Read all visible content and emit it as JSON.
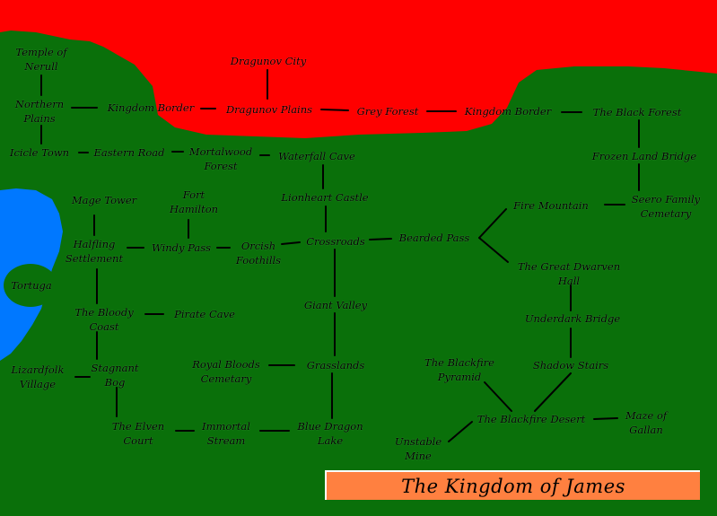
{
  "map": {
    "title": "The Kingdom of James",
    "colors": {
      "land": "#0a700a",
      "sea": "#0078ff",
      "enemy_territory": "#ff0000",
      "route": "#000000",
      "banner": "#ff8040"
    },
    "locations": {
      "temple_of_nerull": "Temple of\nNerull",
      "northern_plains": "Northern\nPlains",
      "kingdom_border_west": "Kingdom Border",
      "dragunov_city": "Dragunov City",
      "dragunov_plains": "Dragunov Plains",
      "grey_forest": "Grey Forest",
      "kingdom_border_east": "Kingdom Border",
      "the_black_forest": "The Black Forest",
      "icicle_town": "Icicle Town",
      "eastern_road": "Eastern Road",
      "mortalwood_forest": "Mortalwood\nForest",
      "waterfall_cave": "Waterfall Cave",
      "frozen_land_bridge": "Frozen Land Bridge",
      "mage_tower": "Mage Tower",
      "fort_hamilton": "Fort\nHamilton",
      "lionheart_castle": "Lionheart Castle",
      "fire_mountain": "Fire Mountain",
      "seero_family_cemetary": "Seero Family\nCemetary",
      "halfling_settlement": "Halfling\nSettlement",
      "windy_pass": "Windy Pass",
      "orcish_foothills": "Orcish\nFoothills",
      "crossroads": "Crossroads",
      "bearded_pass": "Bearded Pass",
      "tortuga": "Tortuga",
      "the_great_dwarven_hall": "The Great Dwarven\nHall",
      "the_bloody_coast": "The Bloody\nCoast",
      "pirate_cave": "Pirate Cave",
      "giant_valley": "Giant Valley",
      "underdark_bridge": "Underdark Bridge",
      "lizardfolk_village": "Lizardfolk\nVillage",
      "stagnant_bog": "Stagnant\nBog",
      "royal_bloods_cemetary": "Royal Bloods\nCemetary",
      "grasslands": "Grasslands",
      "the_blackfire_pyramid": "The Blackfire\nPyramid",
      "shadow_stairs": "Shadow Stairs",
      "the_elven_court": "The Elven\nCourt",
      "immortal_stream": "Immortal\nStream",
      "blue_dragon_lake": "Blue Dragon\nLake",
      "the_blackfire_desert": "The Blackfire Desert",
      "maze_of_gallan": "Maze of\nGallan",
      "unstable_mine": "Unstable\nMine"
    }
  }
}
